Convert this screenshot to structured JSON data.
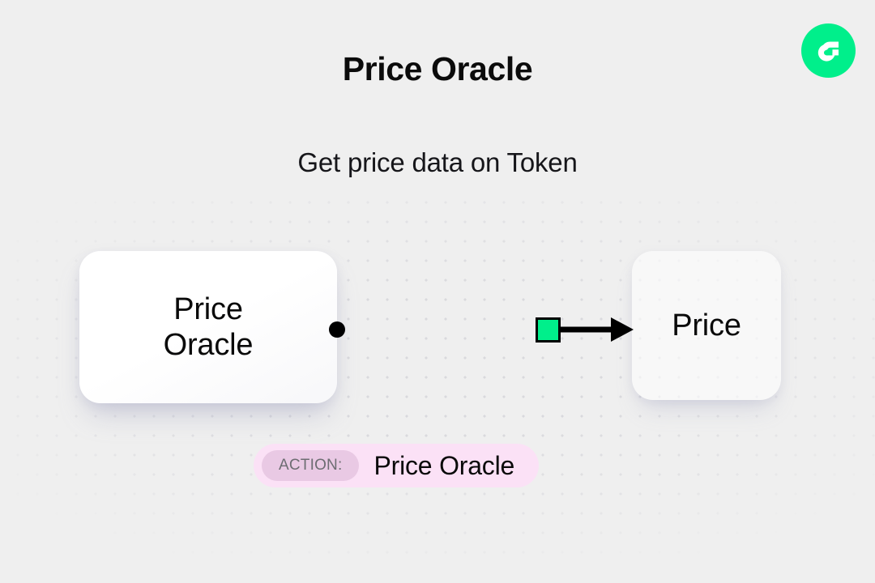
{
  "header": {
    "title": "Price Oracle",
    "subtitle": "Get price data on Token"
  },
  "brand": {
    "logo_icon": "flow-logo-icon",
    "logo_bg": "#00ef8b",
    "logo_mark_color": "#ffffff"
  },
  "diagram": {
    "type": "flow",
    "nodes": [
      {
        "id": "source",
        "label": "Price\nOracle",
        "label_line_1": "Price",
        "label_line_2": "Oracle",
        "role": "source"
      },
      {
        "id": "target",
        "label": "Price",
        "role": "target"
      }
    ],
    "edge": {
      "from": "source",
      "to": "target",
      "handle_icon": "edge-start-dot-icon",
      "arrow_icon": "edge-arrow-icon",
      "badge_icon": "edge-status-square-icon",
      "badge_color": "#00ef8b",
      "line_color": "#000000"
    }
  },
  "action": {
    "badge_label": "ACTION:",
    "value": "Price Oracle",
    "bar_color": "#fbe1f6",
    "badge_color": "#e9c9e4"
  },
  "theme": {
    "background": "#efefef",
    "accent": "#00ef8b",
    "dot_color": "#d9d9dd"
  }
}
